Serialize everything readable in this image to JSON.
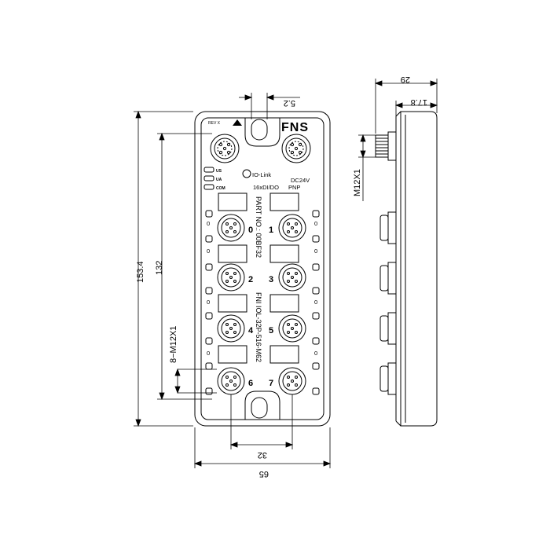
{
  "dimensions": {
    "width_total": "65",
    "height_total": "153.4",
    "port_pitch": "132",
    "port_spacing": "32",
    "mount_hole": "5.2",
    "thread_ports": "8−M12X1",
    "depth_total": "29",
    "depth_base": "17.8",
    "thread_side": "M12X1"
  },
  "labels": {
    "rev": "REV X",
    "brand": "FNS",
    "leds": [
      "US",
      "UA",
      "COM"
    ],
    "iolink": "IO-Link",
    "dc": "DC24V",
    "io_config": "16xDI/DO",
    "pnp": "PNP",
    "part_no": "PART NO.: 00BF32",
    "fni": "FNI IOL-32P-516-M62",
    "ports": [
      "0",
      "1",
      "2",
      "3",
      "4",
      "5",
      "6",
      "7"
    ],
    "led_mark": "0"
  },
  "colors": {
    "line": "#000000",
    "background": "#ffffff"
  }
}
